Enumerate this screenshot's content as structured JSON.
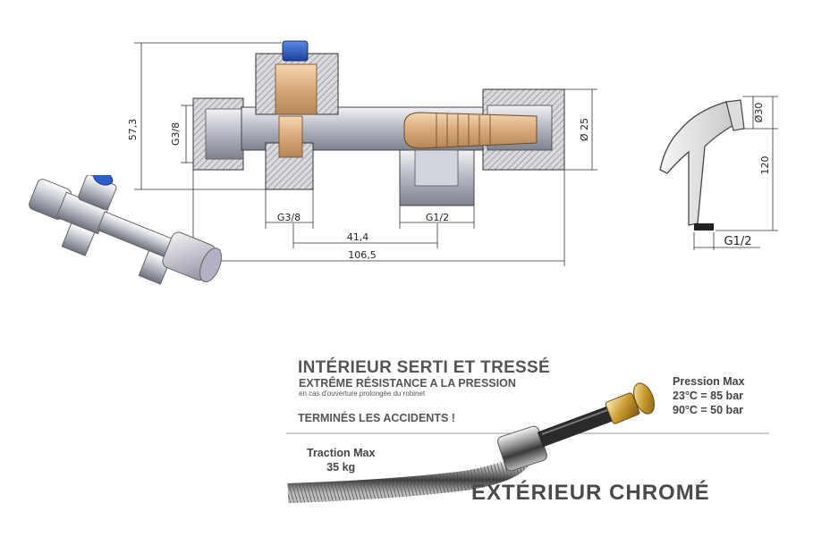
{
  "dimensions": {
    "height_main": "57,3",
    "inlet_thread": "G3/8",
    "outlet_thread_left": "G3/8",
    "outlet_thread_right": "G1/2",
    "diameter": "Ø 25",
    "spacing": "41,4",
    "overall_length": "106,5"
  },
  "shower_dims": {
    "diameter": "Ø30",
    "height": "120",
    "thread": "G1/2"
  },
  "hose": {
    "title": "INTÉRIEUR SERTI ET TRESSÉ",
    "subtitle": "EXTRÊME RÉSISTANCE A LA PRESSION",
    "note": "en cas d'ouverture prolongée du robinet",
    "slogan": "TERMINÉS LES ACCIDENTS !",
    "pressure_title": "Pression Max",
    "pressure_line1": "23°C = 85 bar",
    "pressure_line2": "90°C = 50 bar",
    "traction_title": "Traction Max",
    "traction_value": "35 kg",
    "exterior": "EXTÉRIEUR CHROMÉ"
  },
  "colors": {
    "valve_handle": "#2b5fc7",
    "brass": "#e0b98c",
    "steel": "#c9ccd4",
    "hatch": "#9a9aa2"
  }
}
